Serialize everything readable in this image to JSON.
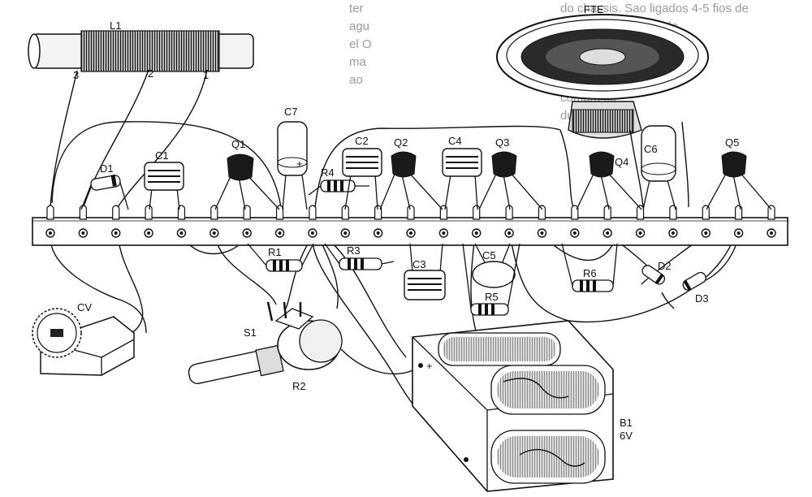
{
  "diagram": {
    "components": {
      "L1": "L1",
      "FTE": "FTE",
      "C7": "C7",
      "C1": "C1",
      "D1": "D1",
      "Q1": "Q1",
      "C2": "C2",
      "Q2": "Q2",
      "C4": "C4",
      "Q3": "Q3",
      "Q4": "Q4",
      "C6": "C6",
      "Q5": "Q5",
      "R4": "R4",
      "R1": "R1",
      "R3": "R3",
      "C3": "C3",
      "C5": "C5",
      "R5": "R5",
      "R6": "R6",
      "D2": "D2",
      "D3": "D3",
      "CV": "CV",
      "S1": "S1",
      "R2": "R2",
      "B1": "B1",
      "B1V": "6V",
      "plus": "+"
    },
    "coil_terminals": {
      "t3": "3",
      "t2": "2",
      "t1": "1"
    }
  },
  "background_text": {
    "left": "ter\nagu\nel O\nma\nao",
    "right": "do chassis. Sao ligados 4-5 fios de\ncampainha, a entrada\nsa com pelo ligando e\nfuncione\nbem enrolado a bobina\ncomum fio\nduvida"
  }
}
